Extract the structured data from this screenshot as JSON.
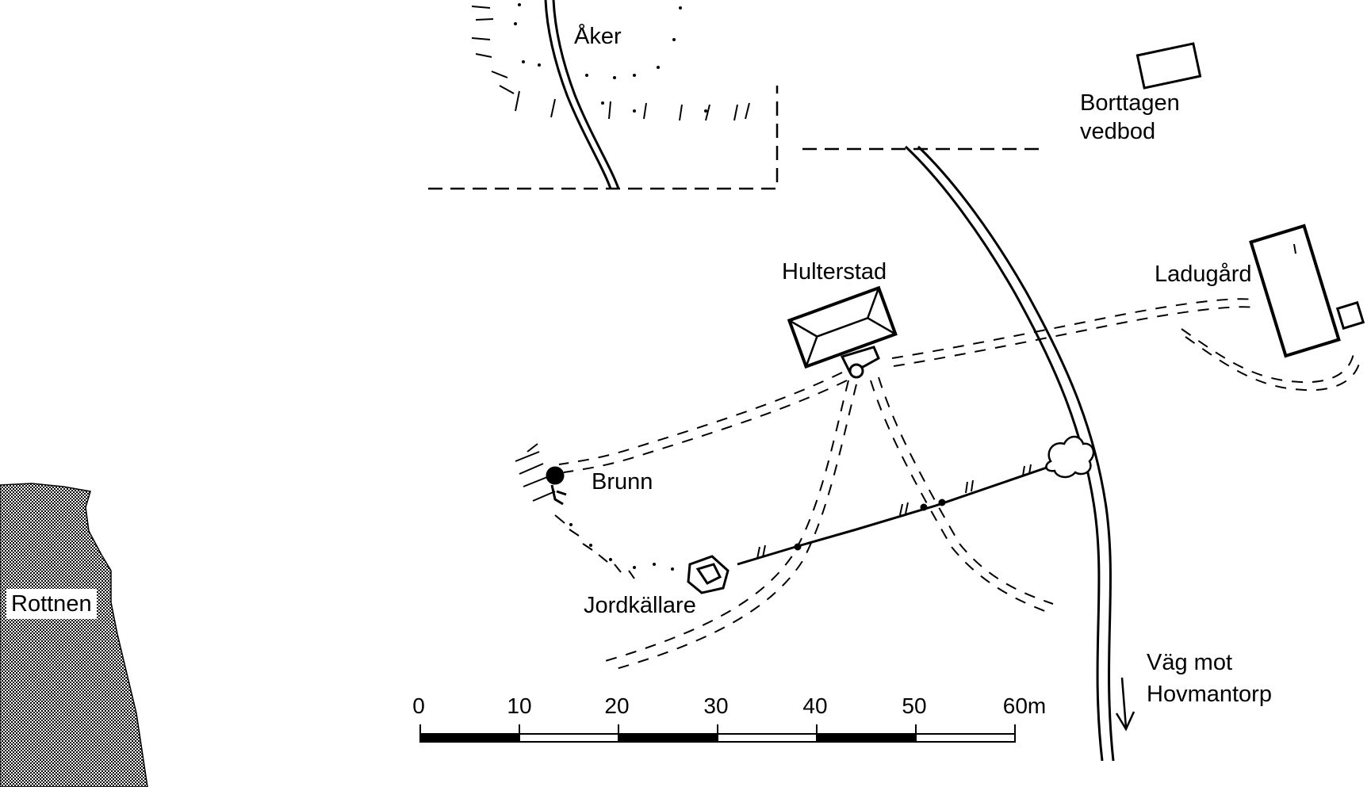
{
  "labels": {
    "aker": "Åker",
    "vedbod_line1": "Borttagen",
    "vedbod_line2": "vedbod",
    "hulterstad": "Hulterstad",
    "ladugard": "Ladugård",
    "brunn": "Brunn",
    "jordkallare": "Jordkällare",
    "rottnen": "Rottnen",
    "road_line1": "Väg mot",
    "road_line2": "Hovmantorp"
  },
  "scale_bar": {
    "ticks": [
      "0",
      "10",
      "20",
      "30",
      "40",
      "50",
      "60m"
    ]
  }
}
